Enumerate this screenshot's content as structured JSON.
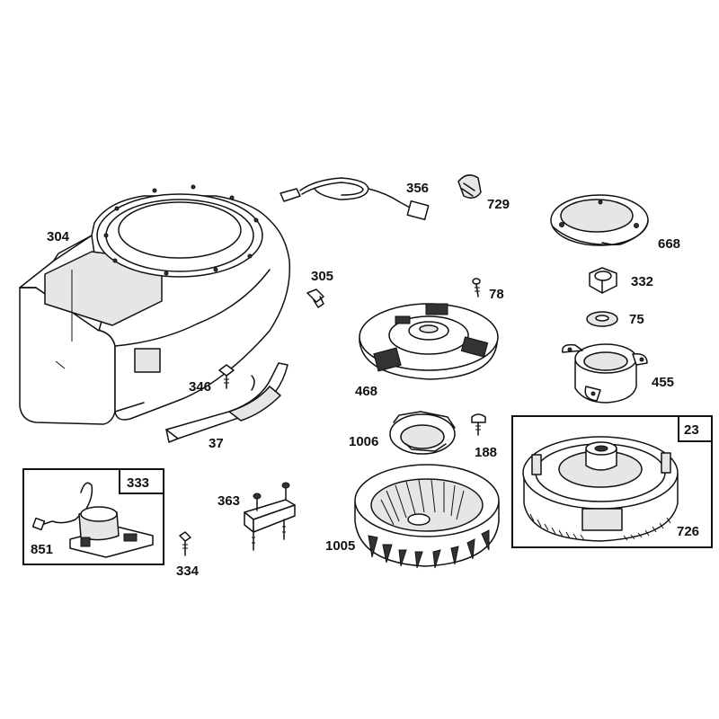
{
  "parts": {
    "p304": "304",
    "p356": "356",
    "p729": "729",
    "p668": "668",
    "p305": "305",
    "p78": "78",
    "p332": "332",
    "p75": "75",
    "p468": "468",
    "p455": "455",
    "p346": "346",
    "p37": "37",
    "p1006": "1006",
    "p188": "188",
    "p23": "23",
    "p333": "333",
    "p363": "363",
    "p851": "851",
    "p334": "334",
    "p1005": "1005",
    "p726": "726"
  }
}
